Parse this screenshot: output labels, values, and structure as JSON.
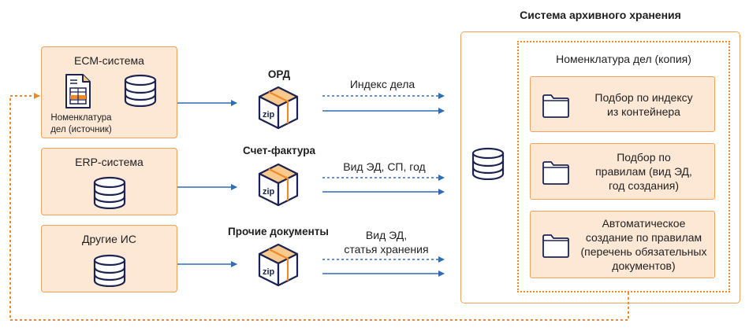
{
  "archive": {
    "title": "Система архивного хранения",
    "nomenclature_title": "Номенклатура дел (копия)",
    "storage_icon": "database-icon",
    "rules": [
      {
        "label": "Подбор по индексу\nиз контейнера",
        "icon": "folder-icon"
      },
      {
        "label": "Подбор по\nправилам (вид ЭД,\nгод создания)",
        "icon": "folder-icon"
      },
      {
        "label": "Автоматическое\nсоздание по правилам\n(перечень обязательных\nдокументов)",
        "icon": "folder-icon"
      }
    ]
  },
  "sources": [
    {
      "title": "ЕСМ-система",
      "doc_caption": "Номенклатура\nдел (источник)",
      "icons": [
        "document-table-icon",
        "database-icon"
      ]
    },
    {
      "title": "ERP-система",
      "icons": [
        "database-icon"
      ]
    },
    {
      "title": "Другие ИС",
      "icons": [
        "database-icon"
      ]
    }
  ],
  "packages": [
    {
      "title": "ОРД",
      "icon_label": "zip",
      "flow_label": "Индекс дела"
    },
    {
      "title": "Счет-фактура",
      "icon_label": "zip",
      "flow_label": "Вид ЭД, СП, год"
    },
    {
      "title": "Прочие документы",
      "icon_label": "zip",
      "flow_label": "Вид ЭД,\nстатья хранения"
    }
  ],
  "colors": {
    "box_fill": "#fde8d6",
    "box_border": "#f4a259",
    "dotted_orange": "#f08a24",
    "arrow_blue": "#2f6db5",
    "icon_navy": "#1d2350",
    "package_top": "#f9c98e",
    "package_tape": "#f08a24"
  }
}
